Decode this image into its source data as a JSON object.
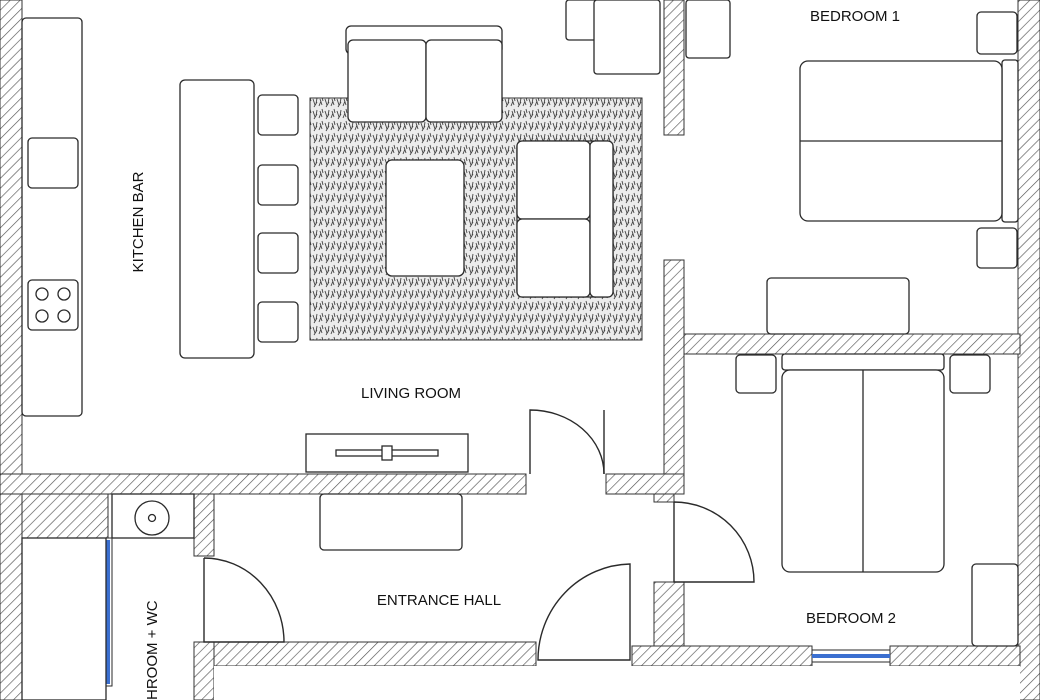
{
  "rooms": {
    "bedroom1": "BEDROOM 1",
    "bedroom2": "BEDROOM 2",
    "kitchen_bar": "KITCHEN BAR",
    "living_room": "LIVING ROOM",
    "entrance_hall": "ENTRANCE HALL",
    "bathroom": "HROOM + WC"
  },
  "colors": {
    "window": "#3a6fd0",
    "wall_hatch": "#555555",
    "line": "#2a2a2a"
  }
}
